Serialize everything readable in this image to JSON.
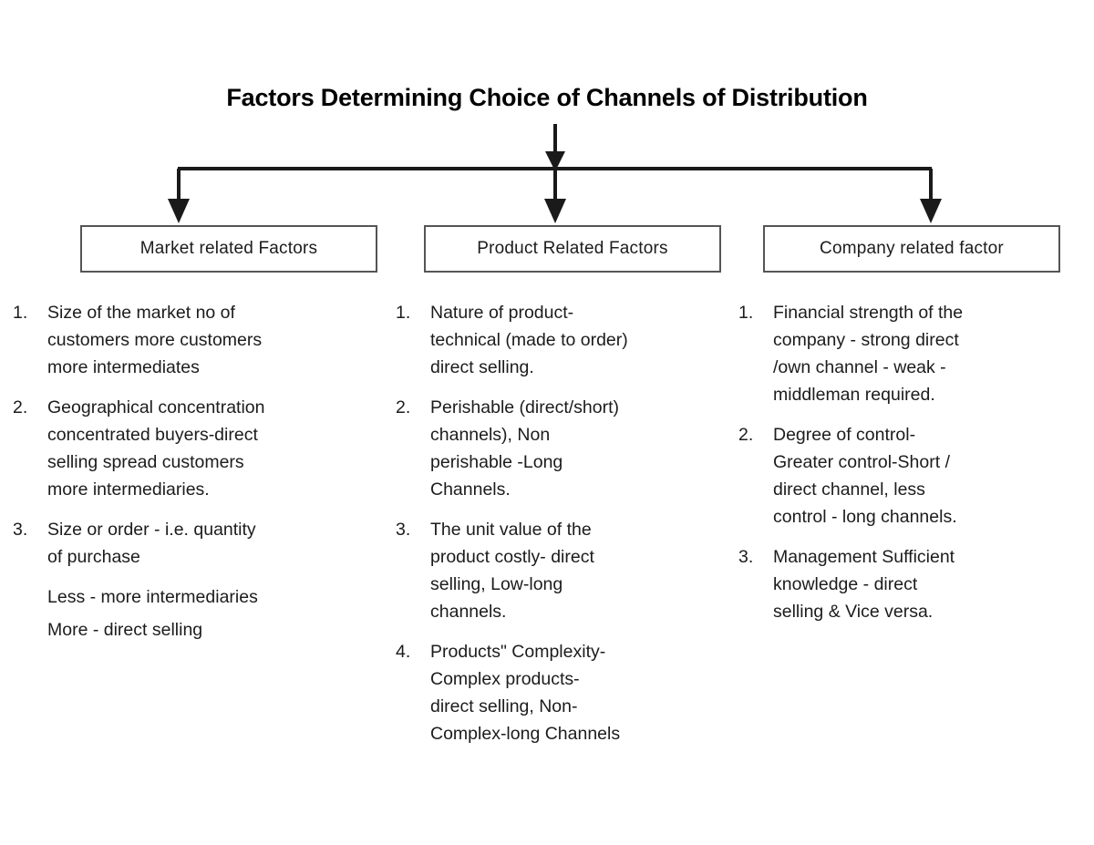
{
  "diagram": {
    "title": "Factors Determining Choice of Channels of Distribution",
    "type": "hierarchy-tree",
    "branch_count": 3
  },
  "colors": {
    "box_border": "#555555",
    "connector": "#1a1a1a",
    "text": "#1c1c1c",
    "background": "#ffffff"
  },
  "branches": [
    {
      "id": "market",
      "box_label": "Market related Factors",
      "items": [
        {
          "number": "1.",
          "text": "Size of the market no of\ncustomers more customers\nmore intermediates"
        },
        {
          "number": "2.",
          "text": "Geographical concentration\nconcentrated buyers-direct\nselling spread customers\nmore intermediaries."
        },
        {
          "number": "3.",
          "text": "Size or order - i.e. quantity\nof purchase"
        }
      ],
      "sub_lines": [
        "Less - more intermediaries",
        "More - direct selling"
      ]
    },
    {
      "id": "product",
      "box_label": "Product Related Factors",
      "items": [
        {
          "number": "1.",
          "text": "Nature of product-\ntechnical (made to order)\ndirect selling."
        },
        {
          "number": "2.",
          "text": "Perishable (direct/short)\nchannels), Non\nperishable -Long\nChannels."
        },
        {
          "number": "3.",
          "text": "The unit value of the\nproduct costly- direct\nselling, Low-long\nchannels."
        },
        {
          "number": "4.",
          "text": "Products\" Complexity-\nComplex products-\ndirect selling, Non-\nComplex-long Channels"
        }
      ],
      "sub_lines": []
    },
    {
      "id": "company",
      "box_label": "Company related factor",
      "items": [
        {
          "number": "1.",
          "text": "Financial strength of the\ncompany  - strong direct\n/own channel - weak -\nmiddleman required."
        },
        {
          "number": "2.",
          "text": "Degree of control-\nGreater control-Short /\ndirect channel, less\ncontrol - long  channels."
        },
        {
          "number": "3.",
          "text": "Management Sufficient\nknowledge - direct\nselling & Vice versa."
        }
      ],
      "sub_lines": []
    }
  ]
}
